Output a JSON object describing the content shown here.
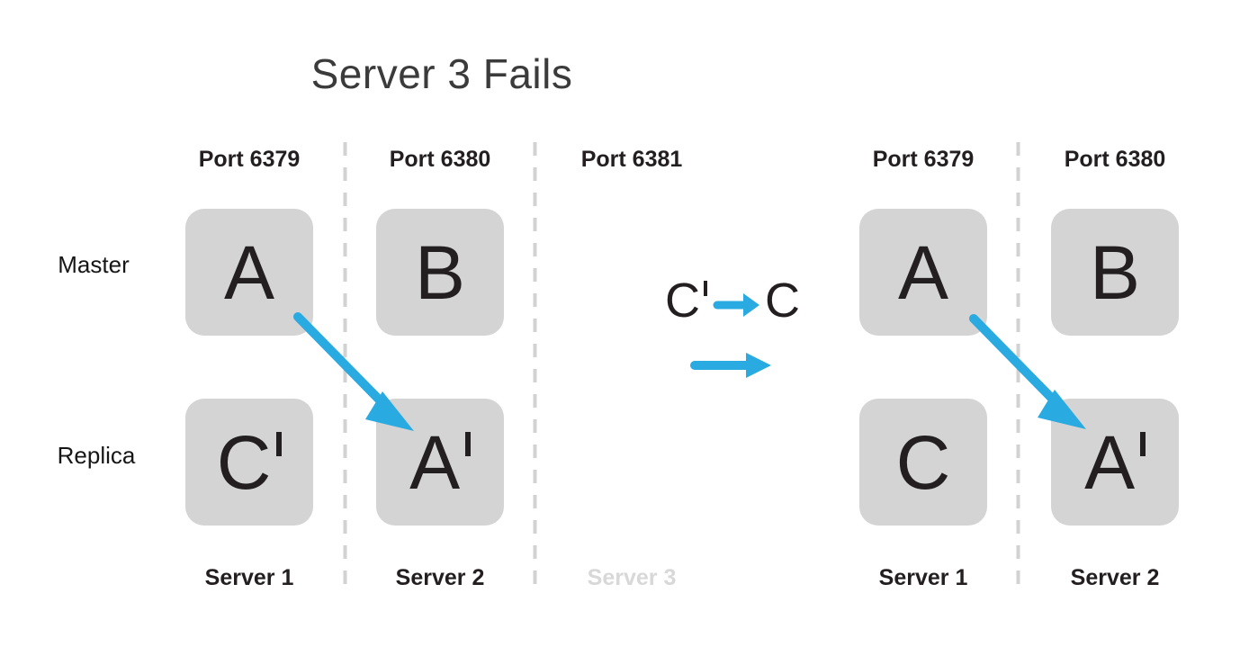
{
  "title": "Server 3 Fails",
  "colors": {
    "accent": "#29abe2",
    "box_fill": "#d4d4d5",
    "dashed_divider": "#d2d2d2",
    "text_dark": "#231f20",
    "title_text": "#3b3b3b",
    "failed_server_gray": "#d8d8d8"
  },
  "row_labels": {
    "master": "Master",
    "replica": "Replica"
  },
  "before": {
    "ports": [
      "Port 6379",
      "Port 6380",
      "Port 6381"
    ],
    "master_nodes": [
      "A",
      "B"
    ],
    "replica_nodes": [
      "C'",
      "A'"
    ],
    "servers": [
      "Server 1",
      "Server 2",
      "Server 3"
    ]
  },
  "transition": {
    "from": "C'",
    "to": "C"
  },
  "after": {
    "ports": [
      "Port 6379",
      "Port 6380"
    ],
    "master_nodes": [
      "A",
      "B"
    ],
    "replica_nodes": [
      "C",
      "A'"
    ],
    "servers": [
      "Server 1",
      "Server 2"
    ]
  }
}
